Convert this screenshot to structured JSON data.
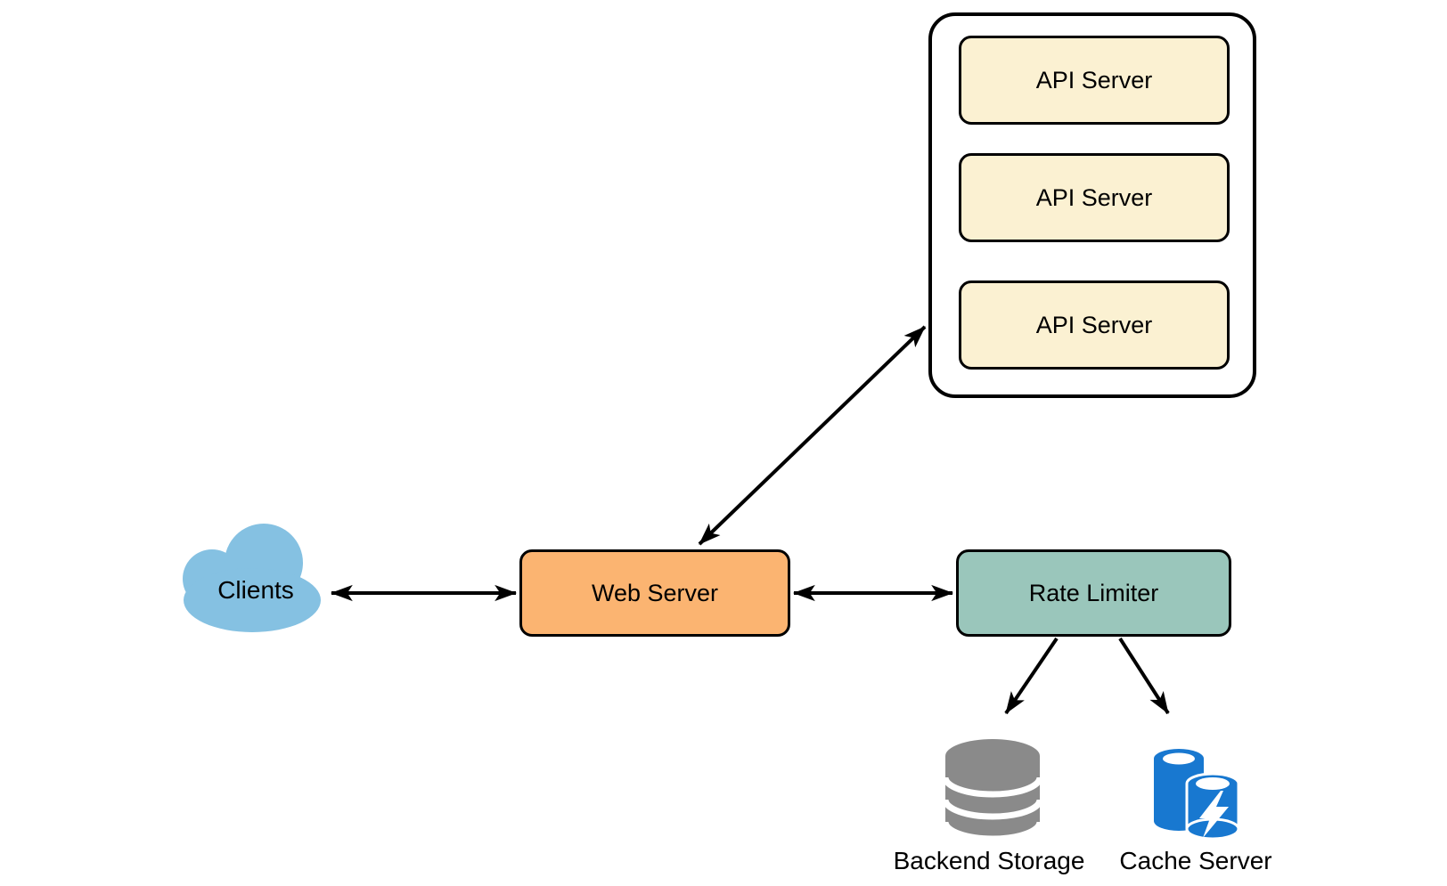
{
  "canvas": {
    "background": "#FFFFFF"
  },
  "nodes": {
    "clients": {
      "label": "Clients",
      "shape": "cloud",
      "fill": "#85C1E2"
    },
    "web_server": {
      "label": "Web Server",
      "fill": "#FBB471",
      "border": "#000000"
    },
    "rate_limiter": {
      "label": "Rate Limiter",
      "fill": "#9AC6BB",
      "border": "#000000"
    },
    "api_server_group": {
      "fill": "#FFFFFF",
      "border": "#000000",
      "items": [
        {
          "label": "API Server",
          "fill": "#FBF1D2"
        },
        {
          "label": "API Server",
          "fill": "#FBF1D2"
        },
        {
          "label": "API Server",
          "fill": "#FBF1D2"
        }
      ]
    },
    "backend_storage": {
      "label": "Backend Storage",
      "icon": "database-icon",
      "color": "#8A8A8A"
    },
    "cache_server": {
      "label": "Cache Server",
      "icon": "cache-database-icon",
      "color": "#1878D0"
    }
  },
  "edges": [
    {
      "from": "Clients",
      "to": "Web Server",
      "direction": "bidirectional"
    },
    {
      "from": "Web Server",
      "to": "Rate Limiter",
      "direction": "bidirectional"
    },
    {
      "from": "Web Server",
      "to": "API Server group",
      "direction": "bidirectional"
    },
    {
      "from": "Rate Limiter",
      "to": "Backend Storage",
      "direction": "one-way"
    },
    {
      "from": "Rate Limiter",
      "to": "Cache Server",
      "direction": "one-way"
    }
  ]
}
